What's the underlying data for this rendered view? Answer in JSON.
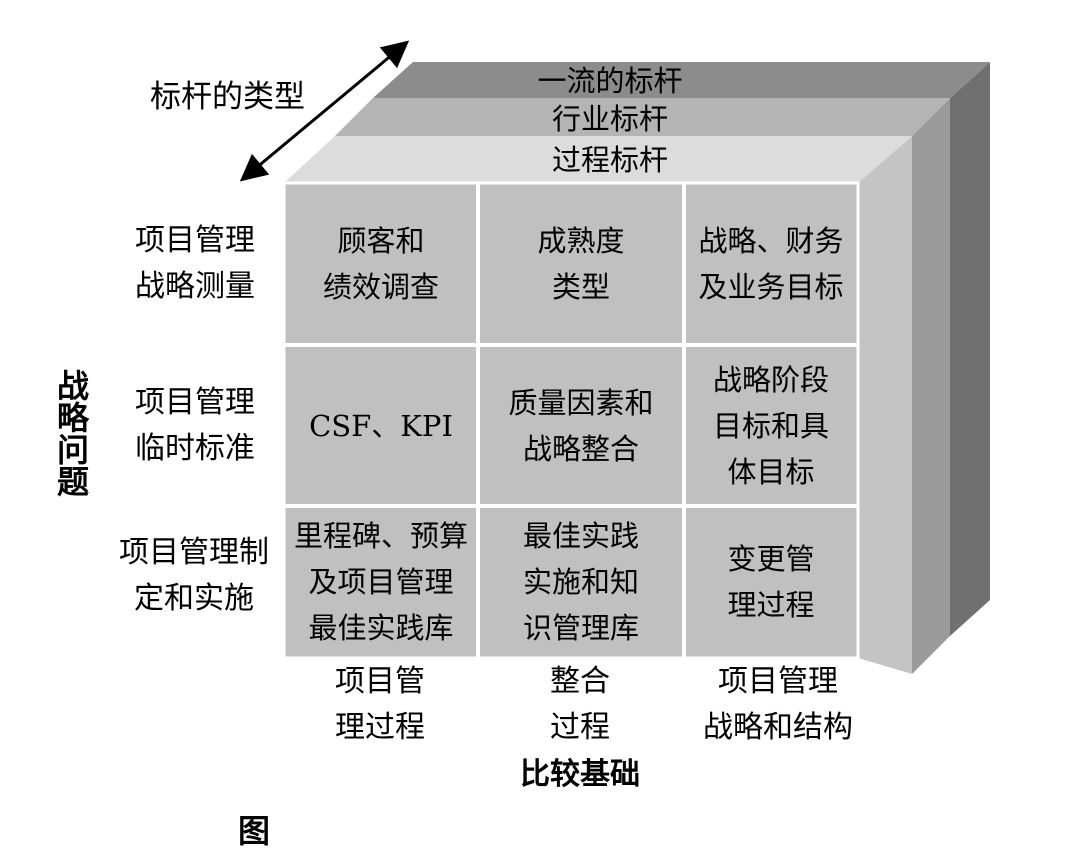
{
  "benchmark_types": {
    "axis_label": "标杆的类型",
    "layers": [
      {
        "label": "一流的标杆",
        "color": "#8c8c8c"
      },
      {
        "label": "行业标杆",
        "color": "#b4b4b4"
      },
      {
        "label": "过程标杆",
        "color": "#dcdcdc"
      }
    ]
  },
  "strategic_issues": {
    "axis_label": "战略问题",
    "rows": [
      {
        "label": "项目管理\n战略测量"
      },
      {
        "label": "项目管理\n临时标准"
      },
      {
        "label": "项目管理制\n定和实施"
      }
    ]
  },
  "comparison_basis": {
    "axis_label": "比较基础",
    "columns": [
      {
        "label": "项目管\n理过程"
      },
      {
        "label": "整合\n过程"
      },
      {
        "label": "项目管理\n战略和结构"
      }
    ]
  },
  "grid": {
    "cell_color": "#c0c0c0",
    "cells": [
      [
        "顾客和\n绩效调查",
        "成熟度\n类型",
        "战略、财务\n及业务目标"
      ],
      [
        "CSF、KPI",
        "质量因素和\n战略整合",
        "战略阶段\n目标和具\n体目标"
      ],
      [
        "里程碑、预算\n及项目管理\n最佳实践库",
        "最佳实践\n实施和知\n识管理库",
        "变更管\n理过程"
      ]
    ]
  },
  "caption": "图"
}
